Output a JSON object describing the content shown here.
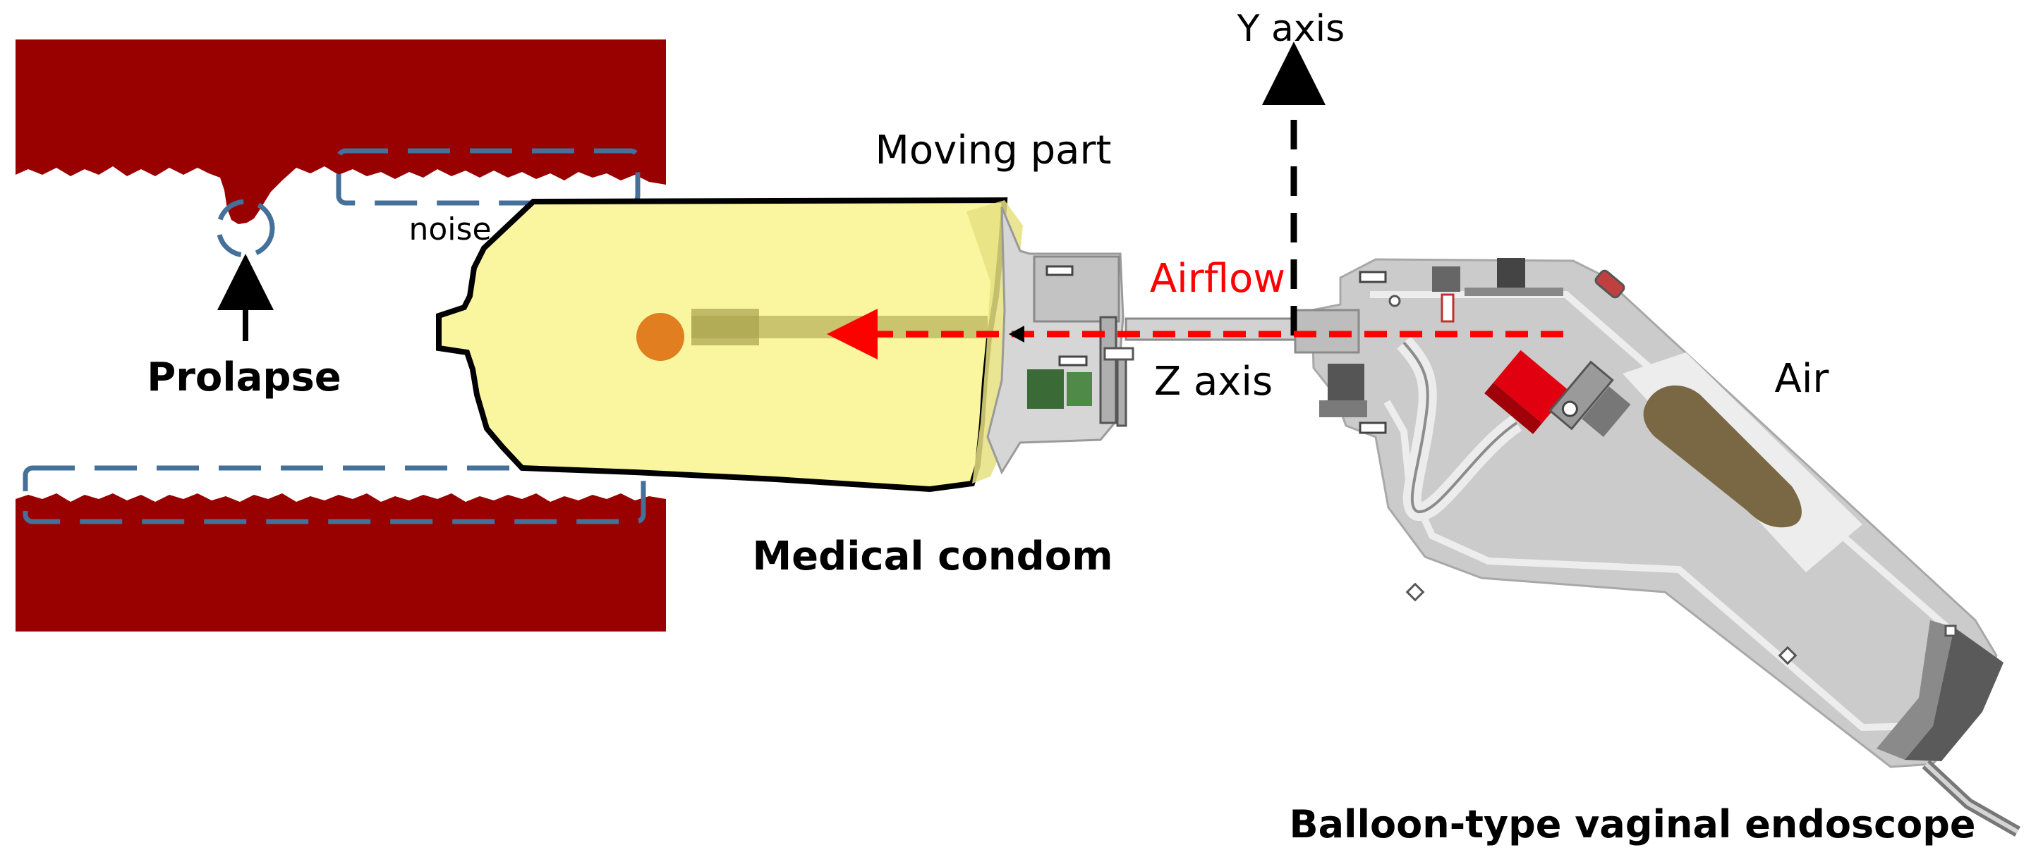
{
  "labels": {
    "y_axis": "Y axis",
    "z_axis": "Z axis",
    "moving_part": "Moving part",
    "airflow": "Airflow",
    "air": "Air",
    "noise": "noise",
    "prolapse": "Prolapse",
    "medical_condom": "Medical condom",
    "endoscope": "Balloon-type vaginal endoscope"
  },
  "colors": {
    "tissue": "#990000",
    "noise_box": "#44709A",
    "condom_fill": "#FAF6A0",
    "airflow": "#FF0000",
    "endoscope_body": "#C9C9C9",
    "balloon": "#7A6844",
    "marker": "#E07E20",
    "red_part": "#E00010",
    "axis": "#000000"
  }
}
